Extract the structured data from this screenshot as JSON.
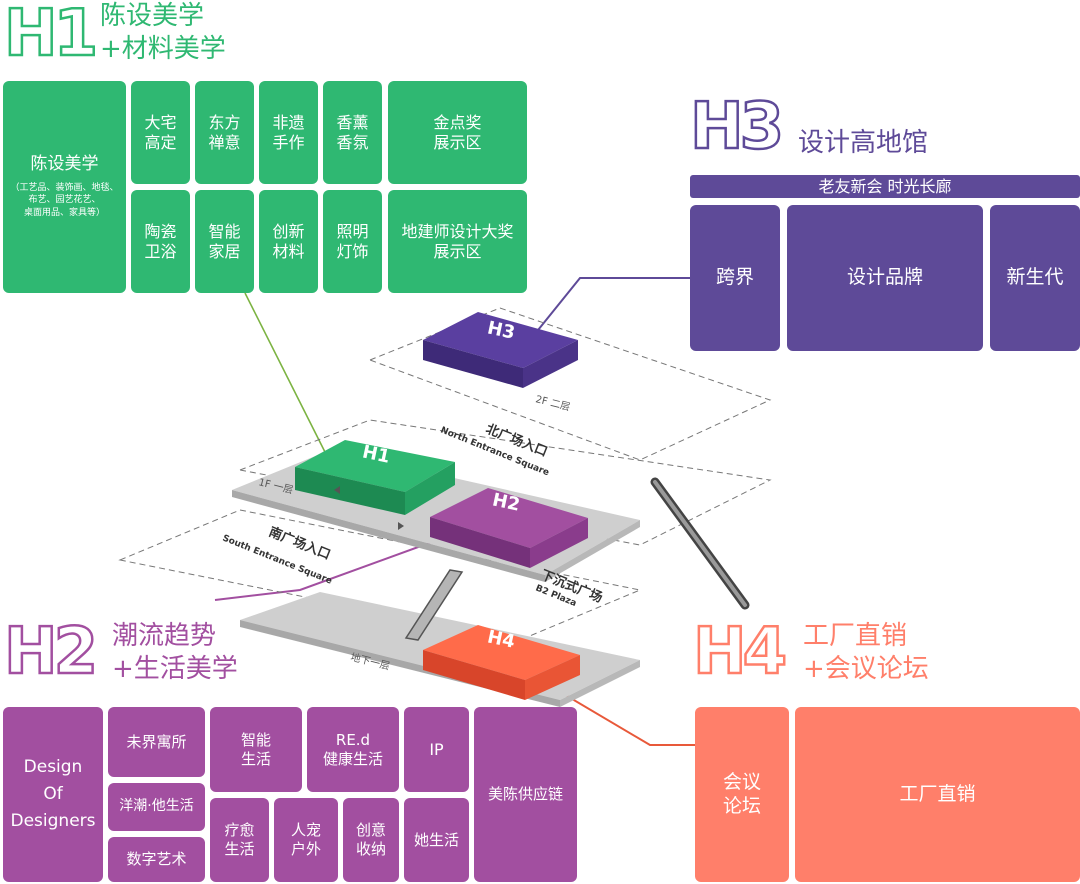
{
  "h1": {
    "code": "H1",
    "title": "陈设美学\n+材料美学",
    "color": "#2fb872",
    "tiles": {
      "main_title": "陈设美学",
      "main_note": "（工艺品、装饰画、地毯、\n布艺、园艺花艺、\n桌面用品、家具等）",
      "t1": "大宅\n高定",
      "t2": "东方\n禅意",
      "t3": "非遗\n手作",
      "t4": "香薰\n香氛",
      "t5": "金点奖\n展示区",
      "t6": "陶瓷\n卫浴",
      "t7": "智能\n家居",
      "t8": "创新\n材料",
      "t9": "照明\n灯饰",
      "t10": "地建师设计大奖\n展示区"
    }
  },
  "h3": {
    "code": "H3",
    "title": "设计高地馆",
    "color": "#5e4a98",
    "banner": "老友新会 时光长廊",
    "tiles": {
      "t1": "跨界",
      "t2": "设计品牌",
      "t3": "新生代"
    }
  },
  "h2": {
    "code": "H2",
    "title": "潮流趋势\n+生活美学",
    "color": "#a24fa0",
    "tiles": {
      "t1": "Design\nOf\nDesigners",
      "t2": "未界寓所",
      "t3": "洋潮·他生活",
      "t4": "数字艺术",
      "t5": "智能\n生活",
      "t6": "RE.d\n健康生活",
      "t7": "IP",
      "t8": "美陈供应链",
      "t9": "疗愈\n生活",
      "t10": "人宠\n户外",
      "t11": "创意\n收纳",
      "t12": "她生活"
    }
  },
  "h4": {
    "code": "H4",
    "title": "工厂直销\n+会议论坛",
    "color": "#ff7f6a",
    "tiles": {
      "t1": "会议\n论坛",
      "t2": "工厂直销"
    }
  },
  "map": {
    "floor_2f": "2F 二层",
    "floor_1f": "1F 一层",
    "floor_b1": "地下一层",
    "north_cn": "北广场入口",
    "north_en": "North Entrance Square",
    "south_cn": "南广场入口",
    "south_en": "South Entrance Square",
    "plaza_cn": "下沉式广场",
    "plaza_en": "B2 Plaza",
    "block_h1": "H1",
    "block_h2": "H2",
    "block_h3": "H3",
    "block_h4": "H4"
  }
}
